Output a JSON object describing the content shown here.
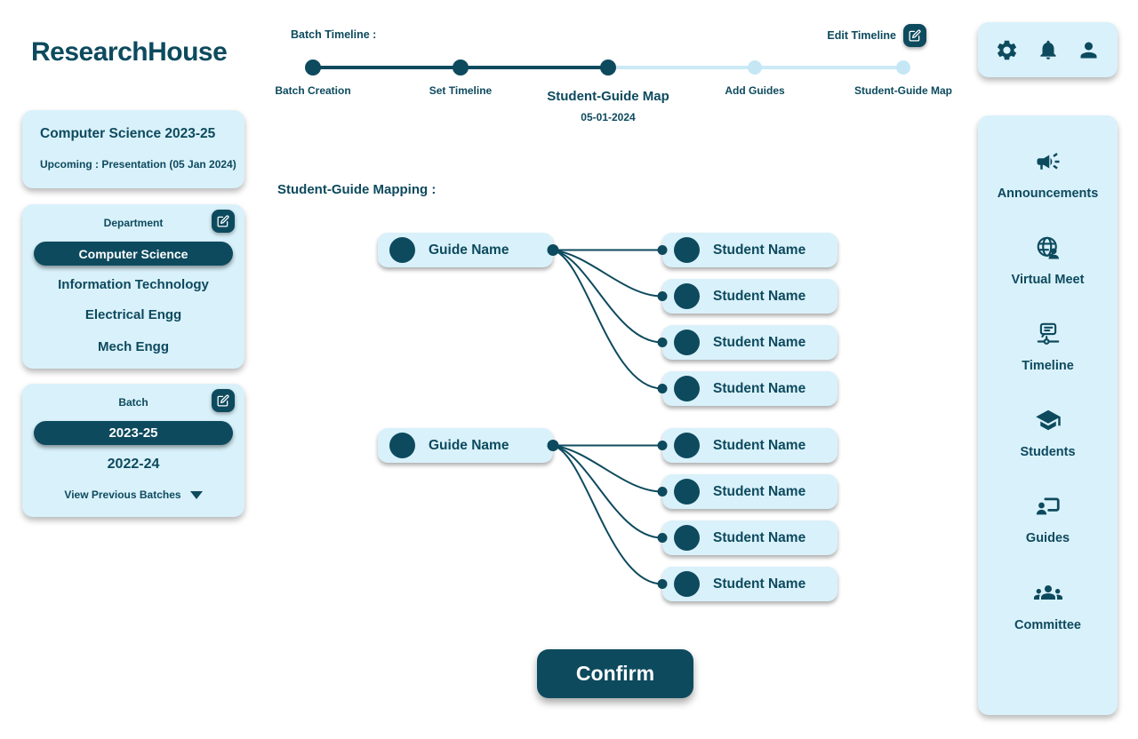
{
  "app": {
    "title": "ResearchHouse"
  },
  "colors": {
    "primary_dark": "#0D4A5E",
    "card_light": "#D9F1FA",
    "track_light": "#CBE9F6",
    "text_on_dark": "#FFFFFF"
  },
  "left_panel": {
    "summary": {
      "title": "Computer Science 2023-25",
      "subtitle": "Upcoming : Presentation (05 Jan 2024)"
    },
    "department": {
      "title": "Department",
      "edit_icon": "edit-square-icon",
      "selected": "Computer Science",
      "options": [
        "Information Technology",
        "Electrical Engg",
        "Mech Engg"
      ]
    },
    "batch": {
      "title": "Batch",
      "edit_icon": "edit-square-icon",
      "selected": "2023-25",
      "options": [
        "2022-24"
      ],
      "view_previous_label": "View Previous Batches",
      "caret_icon": "caret-down-icon"
    }
  },
  "timeline": {
    "label": "Batch Timeline :",
    "edit_label": "Edit Timeline",
    "edit_icon": "edit-square-icon",
    "steps": [
      {
        "label": "Batch Creation",
        "state": "completed"
      },
      {
        "label": "Set Timeline",
        "state": "completed"
      },
      {
        "label": "Student-Guide Map",
        "date": "05-01-2024",
        "state": "active"
      },
      {
        "label": "Add Guides",
        "state": "upcoming"
      },
      {
        "label": "Student-Guide Map",
        "state": "upcoming"
      }
    ]
  },
  "mapping": {
    "heading": "Student-Guide Mapping :",
    "groups": [
      {
        "guide": {
          "name": "Guide Name"
        },
        "students": [
          {
            "name": "Student Name"
          },
          {
            "name": "Student Name"
          },
          {
            "name": "Student Name"
          },
          {
            "name": "Student Name"
          }
        ]
      },
      {
        "guide": {
          "name": "Guide Name"
        },
        "students": [
          {
            "name": "Student Name"
          },
          {
            "name": "Student Name"
          },
          {
            "name": "Student Name"
          },
          {
            "name": "Student Name"
          }
        ]
      }
    ],
    "confirm_label": "Confirm"
  },
  "topbar": {
    "icons": [
      "settings-gear-icon",
      "notifications-bell-icon",
      "profile-person-icon"
    ]
  },
  "right_nav": {
    "items": [
      {
        "icon": "megaphone-icon",
        "label": "Announcements"
      },
      {
        "icon": "globe-person-icon",
        "label": "Virtual Meet"
      },
      {
        "icon": "timeline-milestone-icon",
        "label": "Timeline"
      },
      {
        "icon": "graduation-cap-icon",
        "label": "Students"
      },
      {
        "icon": "presenter-board-icon",
        "label": "Guides"
      },
      {
        "icon": "people-group-icon",
        "label": "Committee"
      }
    ]
  }
}
